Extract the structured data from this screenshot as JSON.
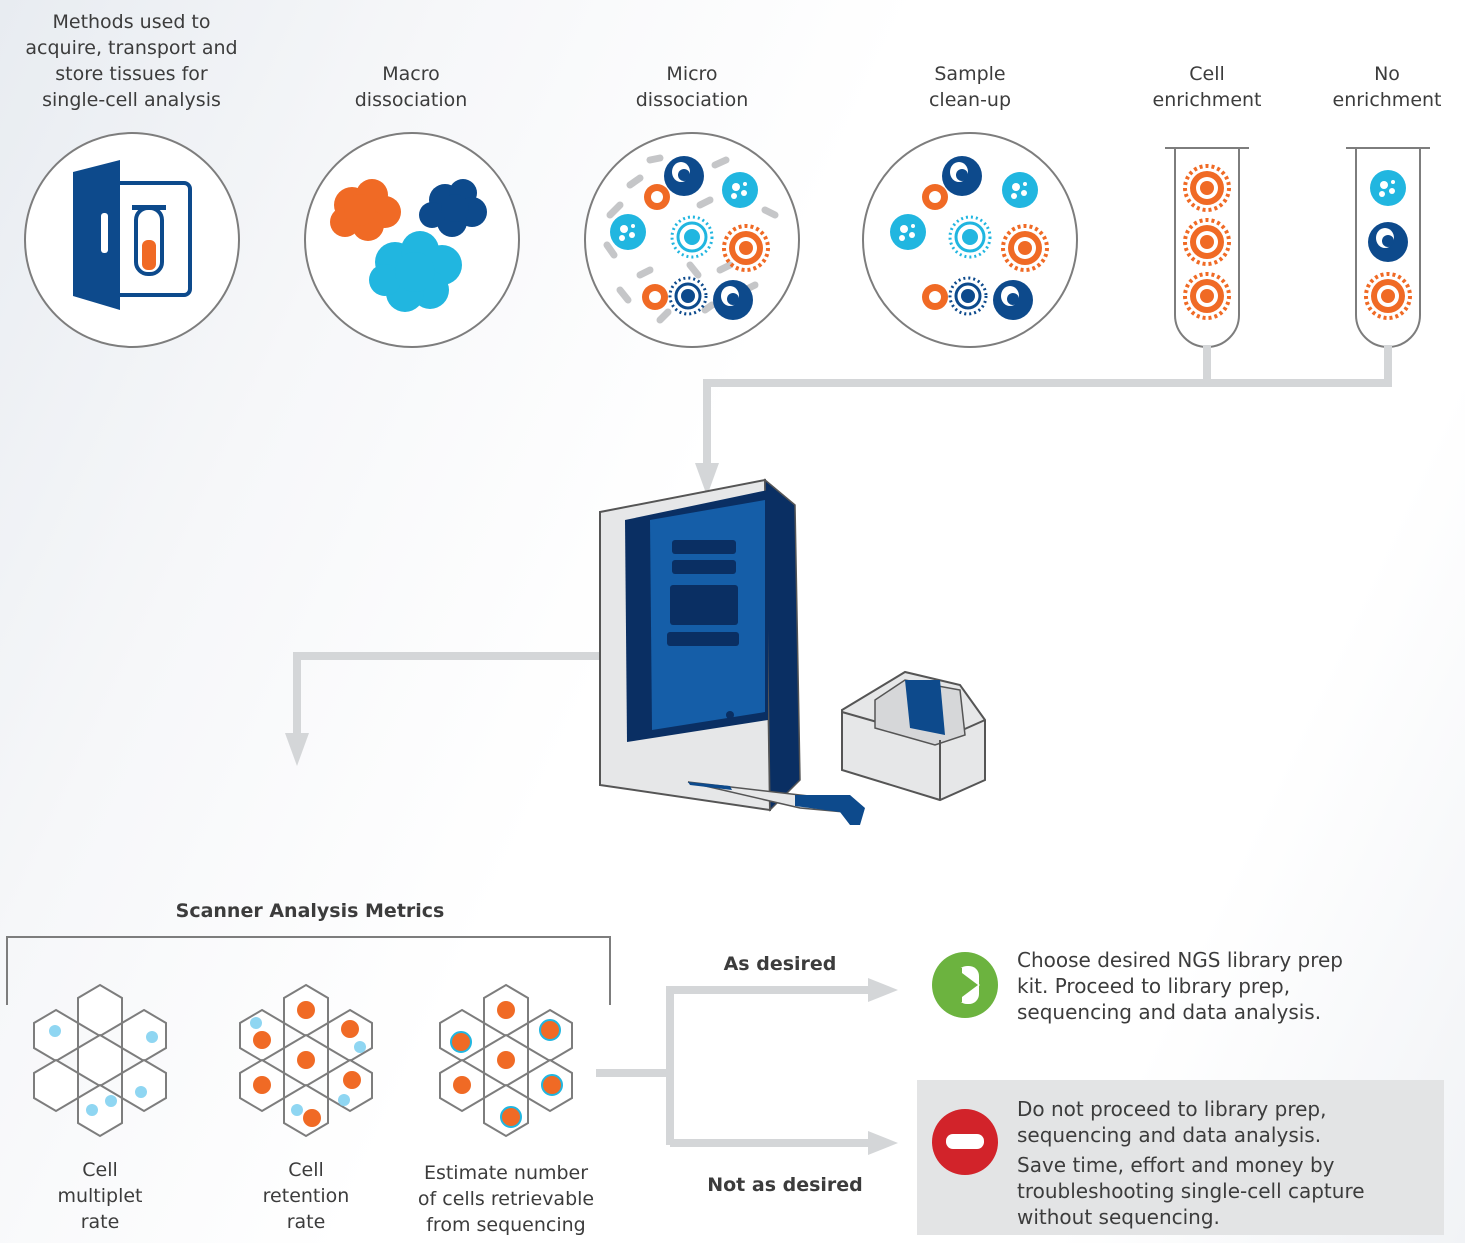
{
  "steps": {
    "acquire": {
      "line1": "Methods used to",
      "line2": "acquire, transport and",
      "line3": "store tissues for",
      "line4": "single-cell analysis"
    },
    "macro": {
      "line1": "Macro",
      "line2": "dissociation"
    },
    "micro": {
      "line1": "Micro",
      "line2": "dissociation"
    },
    "cleanup": {
      "line1": "Sample",
      "line2": "clean-up"
    },
    "enrich": {
      "line1": "Cell",
      "line2": "enrichment"
    },
    "noenrich": {
      "line1": "No",
      "line2": "enrichment"
    }
  },
  "metrics": {
    "title": "Scanner Analysis Metrics",
    "multiplet": {
      "line1": "Cell",
      "line2": "multiplet",
      "line3": "rate"
    },
    "retention": {
      "line1": "Cell",
      "line2": "retention",
      "line3": "rate"
    },
    "estimate": {
      "line1": "Estimate number",
      "line2": "of cells retrievable",
      "line3": "from sequencing"
    }
  },
  "branches": {
    "desired": "As desired",
    "not_desired": "Not as desired"
  },
  "outcomes": {
    "proceed": {
      "line1": "Choose desired NGS library prep",
      "line2": "kit. Proceed to library prep,",
      "line3": "sequencing and data analysis."
    },
    "stop": {
      "line1": "Do not proceed to library prep,",
      "line2": "sequencing and data analysis.",
      "line3": "Save time, effort and money by",
      "line4": "troubleshooting single-cell capture",
      "line5": "without sequencing."
    }
  },
  "colors": {
    "orange": "#f06a25",
    "navy": "#0d4a8c",
    "cyan": "#21b6e0",
    "green": "#6cb33f",
    "red": "#d2232a",
    "arrow": "#d4d6d8"
  }
}
